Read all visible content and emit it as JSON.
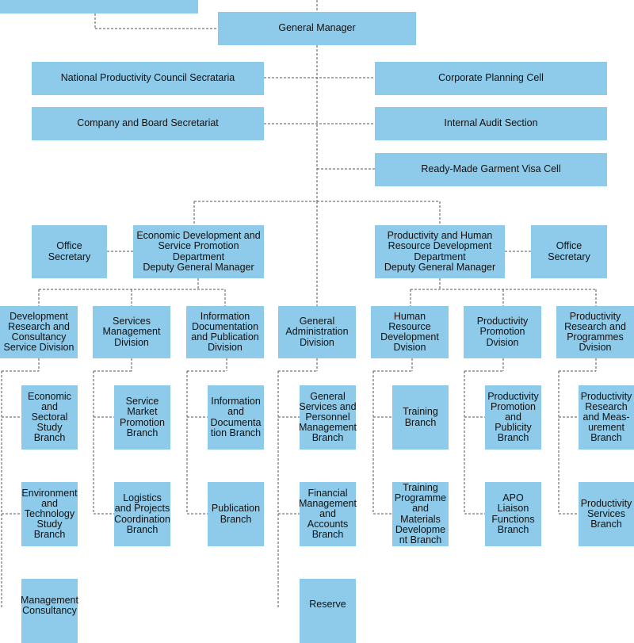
{
  "org": {
    "top": {
      "label": "General Manager"
    },
    "staff_left": [
      {
        "label": "National Productivity Council Secrataria"
      },
      {
        "label": "Company and Board Secretariat"
      }
    ],
    "staff_right": [
      {
        "label": "Corporate Planning Cell"
      },
      {
        "label": "Internal Audit Section"
      },
      {
        "label": "Ready-Made Garment Visa Cell"
      }
    ],
    "departments": [
      {
        "label": "Economic Development and\nService Promotion\nDepartment\nDeputy General Manager",
        "secretary": "Office\nSecretary"
      },
      {
        "label": "Productivity and Human\nResource Development\nDepartment\nDeputy General Manager",
        "secretary": "Office\nSecretary"
      }
    ],
    "divisions": [
      {
        "label": "Development\nResearch and\nConsultancy\nService Division",
        "branches": [
          "Economic\nand\nSectoral\nStudy\nBranch",
          "Environment\nand\nTechnology\nStudy Branch",
          "Management\nConsultancy"
        ]
      },
      {
        "label": "Services\nManagement\nDivision",
        "branches": [
          "Service\nMarket\nPromotion\nBranch",
          "Logistics\nand Projects\nCoordination\nBranch"
        ]
      },
      {
        "label": "Information\nDocumentation\nand Publication\nDivision",
        "branches": [
          "Information\nand\nDocumenta\ntion Branch",
          "Publication\nBranch"
        ]
      },
      {
        "label": "General\nAdministration\nDivision",
        "branches": [
          "General\nServices and\nPersonnel\nManagement\nBranch",
          "Financial\nManagement\nand\nAccounts\nBranch",
          "Reserve"
        ]
      },
      {
        "label": "Human\nResource\nDevelopment\nDvision",
        "branches": [
          "Training\nBranch",
          "Training\nProgramme\nand\nMaterials\nDevelopme\nnt Branch"
        ]
      },
      {
        "label": "Productivity\nPromotion\nDvision",
        "branches": [
          "Productivity\nPromotion\nand\nPublicity\nBranch",
          "APO\nLiaison\nFunctions\nBranch"
        ]
      },
      {
        "label": "Productivity\nResearch and\nProgrammes\nDvision",
        "branches": [
          "Productivity\nResearch\nand Meas-\nurement\nBranch",
          "Productivity\nServices\nBranch"
        ]
      }
    ],
    "colors": {
      "box": "#8ecbea",
      "connector": "#555555"
    }
  }
}
